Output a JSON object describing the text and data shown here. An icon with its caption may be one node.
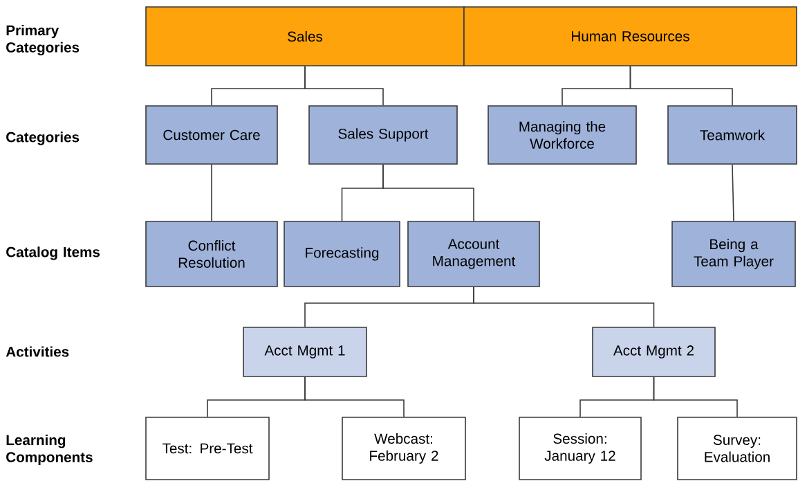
{
  "diagram": {
    "nodes": [
      {
        "text": [
          "Sales"
        ]
      },
      {
        "text": [
          "Human Resources"
        ]
      },
      {
        "text": [
          "Customer Care"
        ]
      },
      {
        "text": [
          "Sales Support"
        ]
      },
      {
        "text": [
          "Managing the Workforce"
        ]
      },
      {
        "text": [
          "Teamwork"
        ]
      },
      {
        "text": [
          "Conflict Resolution"
        ]
      },
      {
        "text": [
          "Forecasting"
        ]
      },
      {
        "text": [
          "Account Management"
        ]
      },
      {
        "text": [
          "Being a Team Player"
        ]
      },
      {
        "text": [
          "Acct Mgmt 1"
        ]
      },
      {
        "text": [
          "Acct Mgmt 2"
        ]
      },
      {
        "text": [
          "Test: Pre-Test"
        ]
      },
      {
        "text": [
          "Webcast: February 2"
        ]
      },
      {
        "text": [
          "Session: January 12"
        ]
      },
      {
        "text": [
          "Survey: Evaluation"
        ]
      }
    ],
    "edges": [
      {
        "from": 0,
        "to": 2,
        "arrow": "none"
      },
      {
        "from": 0,
        "to": 3,
        "arrow": "none"
      },
      {
        "from": 1,
        "to": 4,
        "arrow": "none"
      },
      {
        "from": 1,
        "to": 5,
        "arrow": "none"
      },
      {
        "from": 2,
        "to": 6,
        "arrow": "none"
      },
      {
        "from": 3,
        "to": 7,
        "arrow": "none"
      },
      {
        "from": 3,
        "to": 8,
        "arrow": "none"
      },
      {
        "from": 5,
        "to": 9,
        "arrow": "none"
      },
      {
        "from": 8,
        "to": 10,
        "arrow": "none"
      },
      {
        "from": 8,
        "to": 11,
        "arrow": "none"
      },
      {
        "from": 10,
        "to": 12,
        "arrow": "none"
      },
      {
        "from": 10,
        "to": 13,
        "arrow": "none"
      },
      {
        "from": 11,
        "to": 14,
        "arrow": "none"
      },
      {
        "from": 11,
        "to": 15,
        "arrow": "none"
      }
    ],
    "labels": [
      "Primary Categories",
      "Categories",
      "Catalog Items",
      "Activities",
      "Learning Components"
    ]
  }
}
